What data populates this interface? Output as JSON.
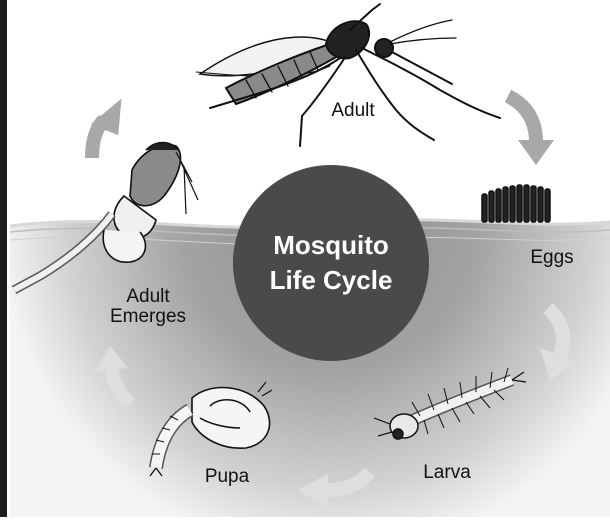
{
  "diagram": {
    "title_line1": "Mosquito",
    "title_line2": "Life Cycle",
    "stages": {
      "adult": "Adult",
      "eggs": "Eggs",
      "larva": "Larva",
      "pupa": "Pupa",
      "adult_emerges_line1": "Adult",
      "adult_emerges_line2": "Emerges"
    }
  },
  "colors": {
    "frame": "#1c1c1c",
    "center_circle": "#4a4a4a",
    "water_light": "#ececec",
    "water_dark": "#9a9a9a",
    "arrow": "#a8a8a8",
    "arrow_on_water": "#dedede",
    "insect_dark": "#222222",
    "insect_gray": "#8a8a8a"
  }
}
